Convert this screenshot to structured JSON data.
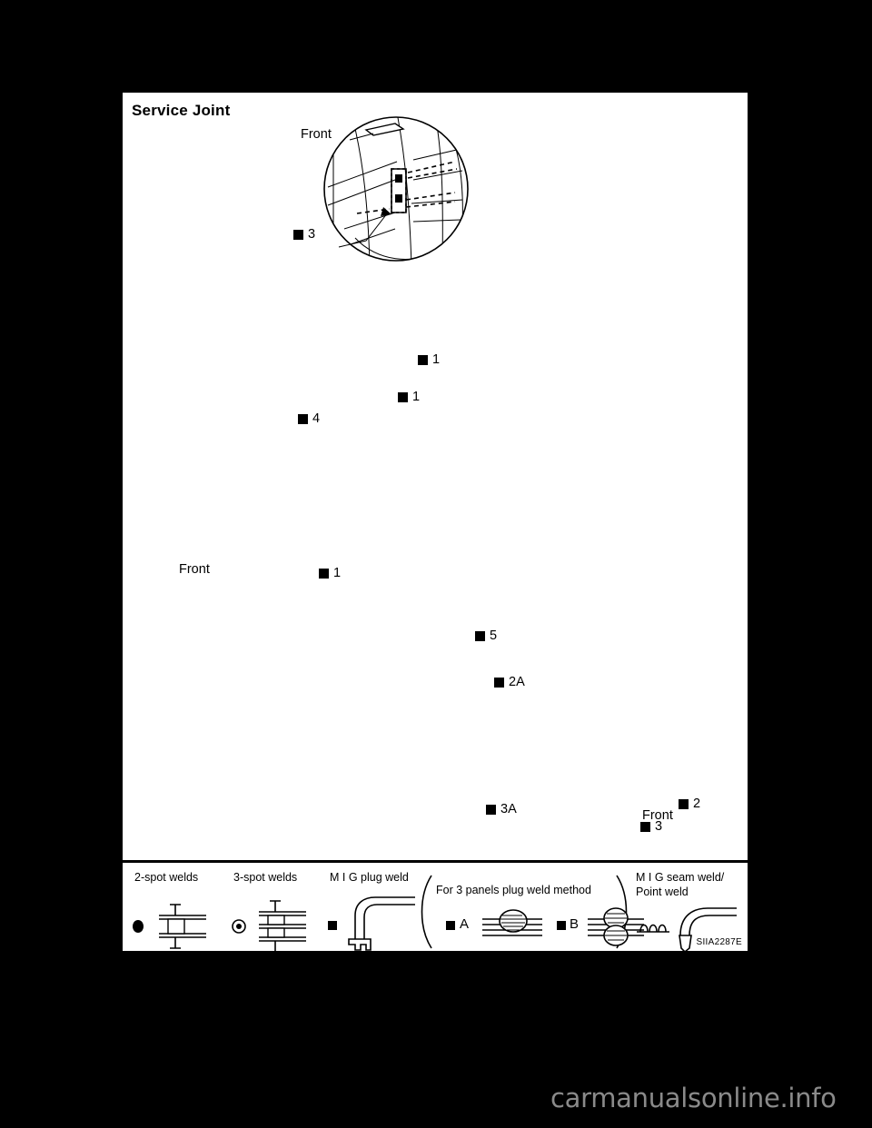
{
  "page": {
    "title": "Service Joint",
    "figure_id": "SIIA2287E",
    "watermark": "carmanualsonline.info",
    "background_color": "#000000",
    "panel_color": "#ffffff"
  },
  "orientation_labels": {
    "top_detail": "Front",
    "left_detail": "Front",
    "bottom_detail": "Front"
  },
  "callouts": {
    "top_detail": [
      {
        "id": "c-top-3",
        "label": "3"
      }
    ],
    "main": [
      {
        "id": "c-main-1a",
        "label": "1"
      },
      {
        "id": "c-main-1b",
        "label": "1"
      },
      {
        "id": "c-main-4",
        "label": "4"
      },
      {
        "id": "c-main-5",
        "label": "5"
      }
    ],
    "left_detail": [
      {
        "id": "c-left-1",
        "label": "1"
      }
    ],
    "bottom_detail": [
      {
        "id": "c-bot-2A",
        "label": "2A"
      },
      {
        "id": "c-bot-3A",
        "label": "3A"
      },
      {
        "id": "c-bot-2",
        "label": "2"
      },
      {
        "id": "c-bot-3",
        "label": "3"
      }
    ]
  },
  "legend": {
    "items": [
      {
        "key": "two_spot",
        "label": "2-spot welds"
      },
      {
        "key": "three_spot",
        "label": "3-spot welds"
      },
      {
        "key": "mig_plug",
        "label": "M I G plug weld"
      },
      {
        "key": "three_panel_group",
        "label": "For 3 panels plug weld method"
      },
      {
        "key": "panel_a",
        "label": "A"
      },
      {
        "key": "panel_b",
        "label": "B"
      },
      {
        "key": "mig_seam_1",
        "label": "M I G seam weld/"
      },
      {
        "key": "mig_seam_2",
        "label": "Point weld"
      }
    ]
  }
}
